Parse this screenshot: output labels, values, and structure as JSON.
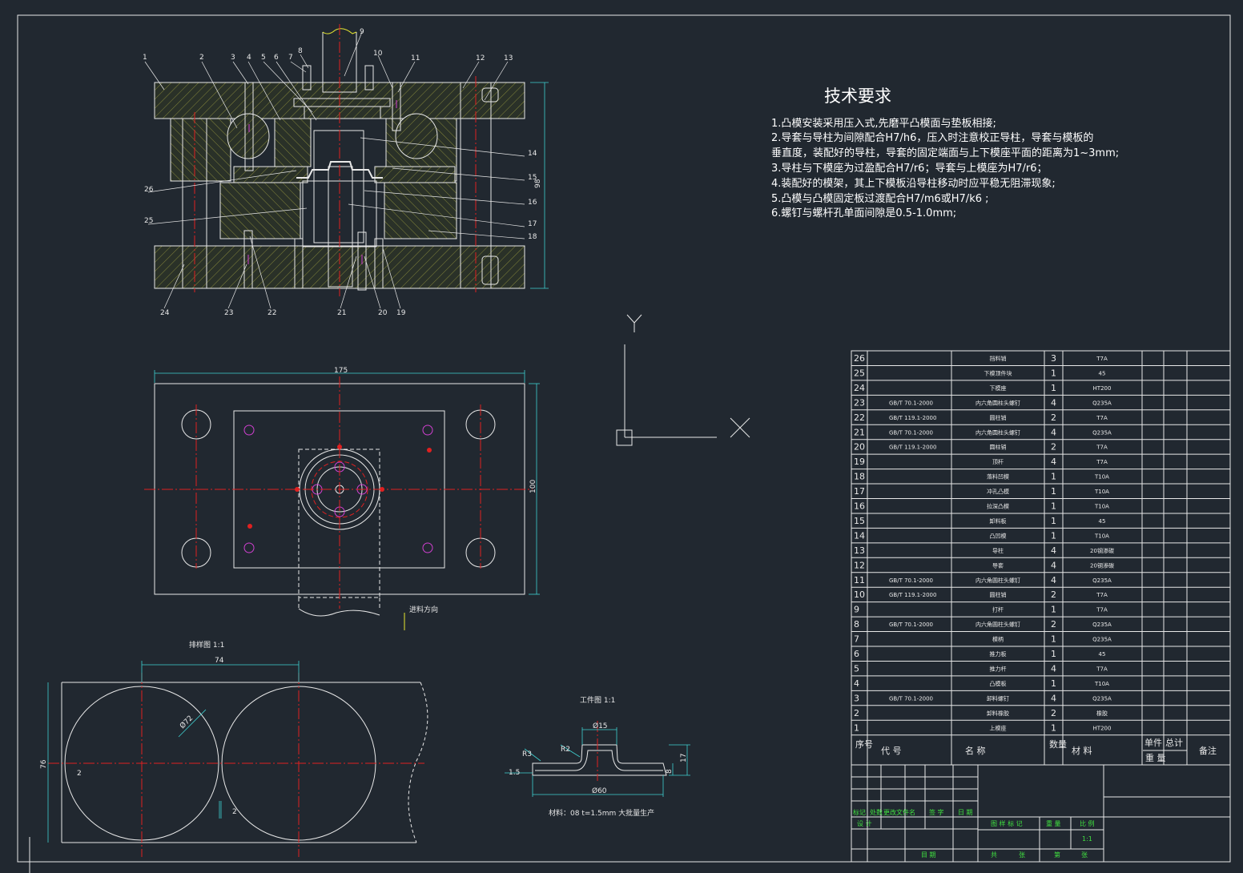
{
  "assembly": {
    "part_labels": [
      "1",
      "2",
      "3",
      "4",
      "5",
      "6",
      "7",
      "8",
      "9",
      "10",
      "11",
      "12",
      "13",
      "14",
      "15",
      "16",
      "17",
      "18",
      "19",
      "20",
      "21",
      "22",
      "23",
      "24",
      "25",
      "26"
    ],
    "height_dim": "98"
  },
  "tech_requirements": {
    "title": "技术要求",
    "lines": [
      "1.凸模安装采用压入式,先磨平凸模面与垫板相接;",
      "2.导套与导柱为间隙配合H7/h6，压入时注意校正导柱，导套与模板的",
      "   垂直度，装配好的导柱，导套的固定端面与上下模座平面的距离为1~3mm;",
      "3.导柱与下模座为过盈配合H7/r6；导套与上模座为H7/r6；",
      "4.装配好的模架，其上下模板沿导柱移动时应平稳无阻滞现象;",
      "5.凸模与凸模固定板过渡配合H7/m6或H7/k6 ;",
      "6.螺钉与螺杆孔单面间隙是0.5-1.0mm;"
    ]
  },
  "top_view": {
    "width_dim": "175",
    "height_dim": "100",
    "feed_label": "进料方向"
  },
  "layout_view": {
    "title": "排样图  1:1",
    "pitch_dim": "74",
    "gap_dim": "2",
    "diameter_dim": "Ø72",
    "width_dim": "76",
    "side_dim": "2"
  },
  "part_view": {
    "title": "工件图  1:1",
    "top_dim": "Ø15",
    "bottom_dim": "Ø60",
    "height_dim": "17",
    "flange_dim": "8",
    "thick_dim": "1.5",
    "r1": "R3",
    "r2": "R2",
    "note": "材料：08  t=1.5mm  大批量生产"
  },
  "bom": {
    "rows": [
      {
        "no": "26",
        "code": "",
        "name": "挡料销",
        "qty": "3",
        "mat": "T7A"
      },
      {
        "no": "25",
        "code": "",
        "name": "下模顶件块",
        "qty": "1",
        "mat": "45"
      },
      {
        "no": "24",
        "code": "",
        "name": "下模座",
        "qty": "1",
        "mat": "HT200"
      },
      {
        "no": "23",
        "code": "GB/T 70.1-2000",
        "name": "内六角圆柱头螺钉",
        "qty": "4",
        "mat": "Q235A"
      },
      {
        "no": "22",
        "code": "GB/T 119.1-2000",
        "name": "圆柱销",
        "qty": "2",
        "mat": "T7A"
      },
      {
        "no": "21",
        "code": "GB/T 70.1-2000",
        "name": "内六角圆柱头螺钉",
        "qty": "4",
        "mat": "Q235A"
      },
      {
        "no": "20",
        "code": "GB/T 119.1-2000",
        "name": "圆柱销",
        "qty": "2",
        "mat": "T7A"
      },
      {
        "no": "19",
        "code": "",
        "name": "顶杆",
        "qty": "4",
        "mat": "T7A"
      },
      {
        "no": "18",
        "code": "",
        "name": "落料凹模",
        "qty": "1",
        "mat": "T10A"
      },
      {
        "no": "17",
        "code": "",
        "name": "冲孔凸模",
        "qty": "1",
        "mat": "T10A"
      },
      {
        "no": "16",
        "code": "",
        "name": "拉深凸模",
        "qty": "1",
        "mat": "T10A"
      },
      {
        "no": "15",
        "code": "",
        "name": "卸料板",
        "qty": "1",
        "mat": "45"
      },
      {
        "no": "14",
        "code": "",
        "name": "凸凹模",
        "qty": "1",
        "mat": "T10A"
      },
      {
        "no": "13",
        "code": "",
        "name": "导柱",
        "qty": "4",
        "mat": "20钢渗碳"
      },
      {
        "no": "12",
        "code": "",
        "name": "导套",
        "qty": "4",
        "mat": "20钢渗碳"
      },
      {
        "no": "11",
        "code": "GB/T 70.1-2000",
        "name": "内六角圆柱头螺钉",
        "qty": "4",
        "mat": "Q235A"
      },
      {
        "no": "10",
        "code": "GB/T 119.1-2000",
        "name": "圆柱销",
        "qty": "2",
        "mat": "T7A"
      },
      {
        "no": "9",
        "code": "",
        "name": "打杆",
        "qty": "1",
        "mat": "T7A"
      },
      {
        "no": "8",
        "code": "GB/T 70.1-2000",
        "name": "内六角圆柱头螺钉",
        "qty": "2",
        "mat": "Q235A"
      },
      {
        "no": "7",
        "code": "",
        "name": "模柄",
        "qty": "1",
        "mat": "Q235A"
      },
      {
        "no": "6",
        "code": "",
        "name": "推力板",
        "qty": "1",
        "mat": "45"
      },
      {
        "no": "5",
        "code": "",
        "name": "推力杆",
        "qty": "4",
        "mat": "T7A"
      },
      {
        "no": "4",
        "code": "",
        "name": "凸模板",
        "qty": "1",
        "mat": "T10A"
      },
      {
        "no": "3",
        "code": "GB/T 70.1-2000",
        "name": "卸料螺钉",
        "qty": "4",
        "mat": "Q235A"
      },
      {
        "no": "2",
        "code": "",
        "name": "卸料橡胶",
        "qty": "2",
        "mat": "橡胶"
      },
      {
        "no": "1",
        "code": "",
        "name": "上模座",
        "qty": "1",
        "mat": "HT200"
      }
    ],
    "header": {
      "no": "序号",
      "code": "代        号",
      "name": "名                称",
      "qty": "数量",
      "mat": "材          料",
      "unit": "单件",
      "total": "总计",
      "weight": "重       量",
      "note": "备注"
    }
  },
  "title_block": {
    "row1": [
      "标记",
      "处数",
      "更改文件名",
      "签  字",
      "日  期"
    ],
    "design": "设 计",
    "check": "目  期",
    "stage": "图 样 标 记",
    "weight": "重  量",
    "scale": "比 例",
    "scale_val": "1:1",
    "sheets": [
      "共",
      "张",
      "第",
      "张"
    ]
  },
  "ucs": {
    "y": "Y",
    "x": "X"
  }
}
